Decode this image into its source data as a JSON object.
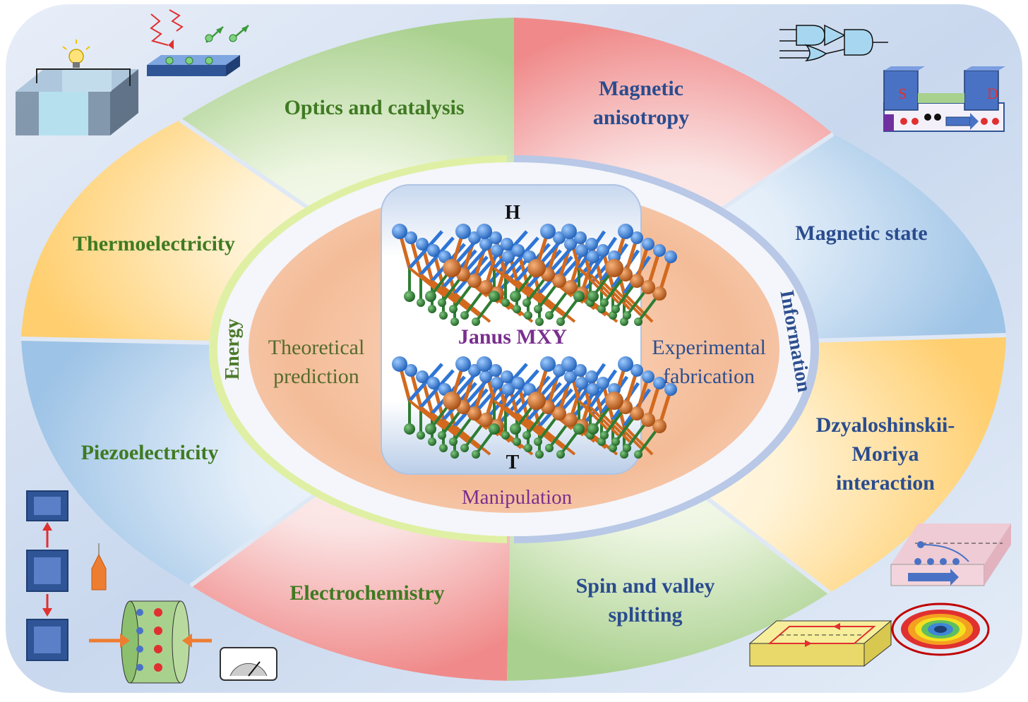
{
  "center": {
    "title": "Janus MXY",
    "top_phase": "H",
    "bottom_phase": "T"
  },
  "inner_ring": {
    "left": "Energy",
    "right": "Information"
  },
  "core": {
    "left_line1": "Theoretical",
    "left_line2": "prediction",
    "right_line1": "Experimental",
    "right_line2": "fabrication",
    "bottom": "Manipulation"
  },
  "energy_sectors": {
    "optics": "Optics and catalysis",
    "thermo": "Thermoelectricity",
    "piezo": "Piezoelectricity",
    "electro": "Electrochemistry"
  },
  "info_sectors": {
    "anisotropy_line1": "Magnetic",
    "anisotropy_line2": "anisotropy",
    "state": "Magnetic state",
    "dmi_line1": "Dzyaloshinskii-",
    "dmi_line2": "Moriya",
    "dmi_line3": "interaction",
    "spin_line1": "Spin and valley",
    "spin_line2": "splitting"
  },
  "device_labels": {
    "source": "S",
    "drain": "D"
  },
  "colors": {
    "green": "#a9d08e",
    "red": "#f08080",
    "yellow": "#ffd966",
    "blue": "#9dc3e6",
    "lightblue_bg": "#dbe7f5",
    "mo_orange": "#d2691e",
    "x_blue": "#2e75d6",
    "y_green": "#2e7d32"
  }
}
